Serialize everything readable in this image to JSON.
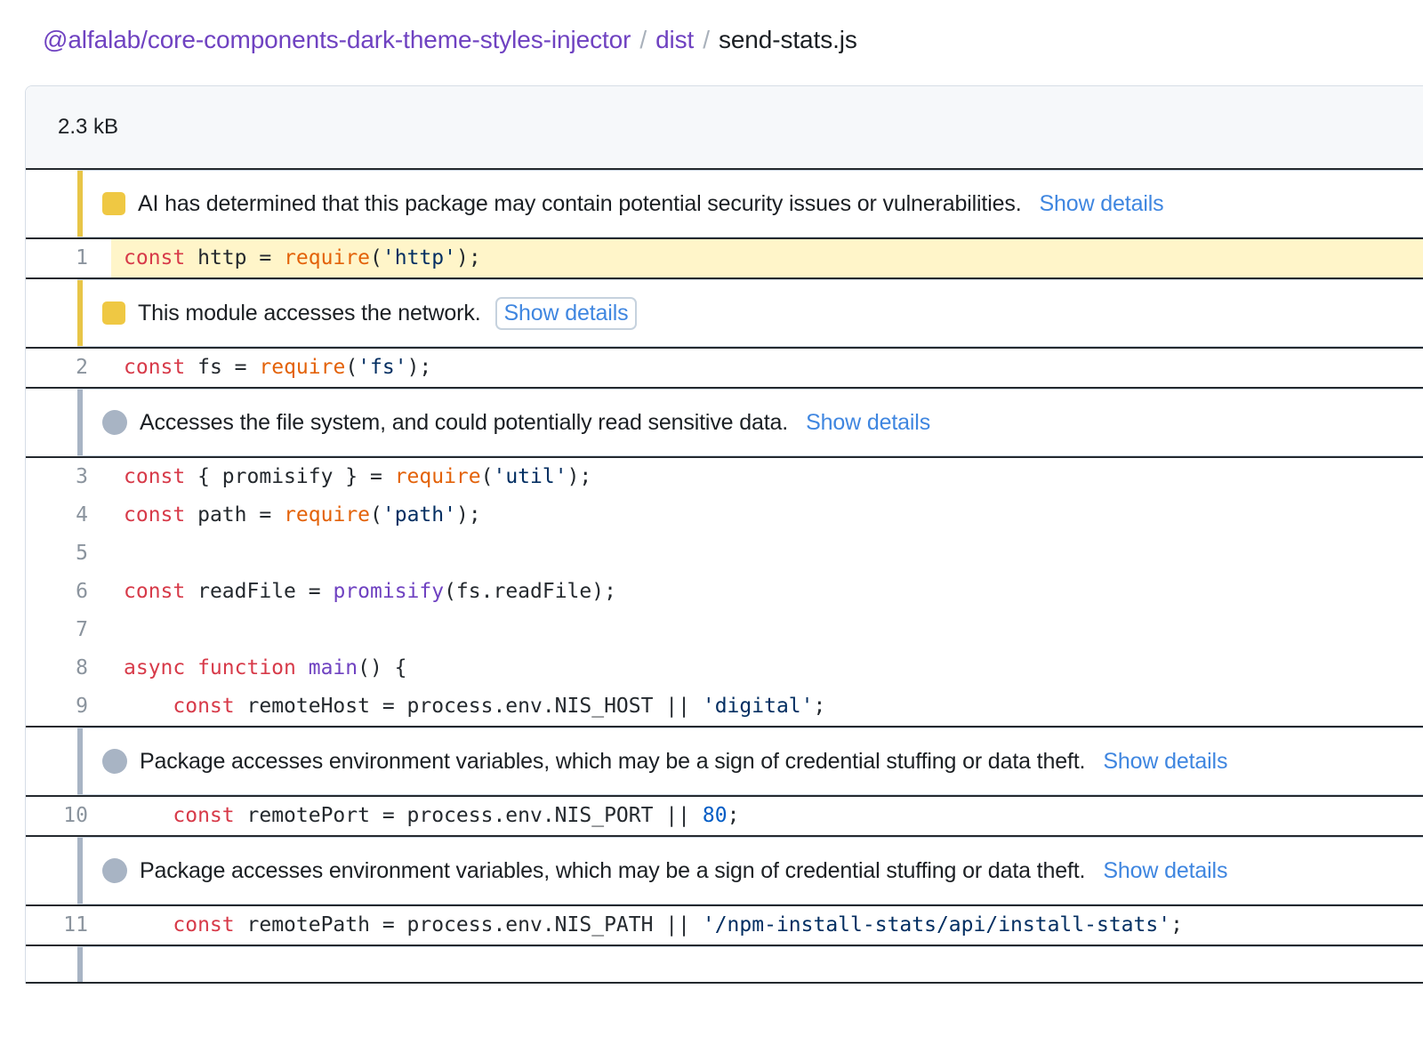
{
  "breadcrumb": {
    "package": "@alfalab/core-components-dark-theme-styles-injector",
    "separator": "/",
    "folder": "dist",
    "file": "send-stats.js"
  },
  "file_header": {
    "size": "2.3 kB"
  },
  "show_details_label": "Show details",
  "alerts": [
    {
      "id": "ai-security",
      "severity": "warning",
      "icon": "warning-square-icon",
      "text": "AI has determined that this package may contain potential security issues or vulnerabilities.",
      "action": "Show details",
      "focused": false
    },
    {
      "id": "network-access",
      "severity": "warning",
      "icon": "warning-square-icon",
      "text": "This module accesses the network.",
      "action": "Show details",
      "focused": true
    },
    {
      "id": "filesystem-access",
      "severity": "info",
      "icon": "info-circle-icon",
      "text": "Accesses the file system, and could potentially read sensitive data.",
      "action": "Show details",
      "focused": false
    },
    {
      "id": "env-vars-1",
      "severity": "info",
      "icon": "info-circle-icon",
      "text": "Package accesses environment variables, which may be a sign of credential stuffing or data theft.",
      "action": "Show details",
      "focused": false
    },
    {
      "id": "env-vars-2",
      "severity": "info",
      "icon": "info-circle-icon",
      "text": "Package accesses environment variables, which may be a sign of credential stuffing or data theft.",
      "action": "Show details",
      "focused": false
    }
  ],
  "code": {
    "lines": [
      {
        "n": "1",
        "text": "const http = require('http');",
        "highlighted": true
      },
      {
        "n": "2",
        "text": "const fs = require('fs');",
        "highlighted": false
      },
      {
        "n": "3",
        "text": "const { promisify } = require('util');",
        "highlighted": false
      },
      {
        "n": "4",
        "text": "const path = require('path');",
        "highlighted": false
      },
      {
        "n": "5",
        "text": "",
        "highlighted": false
      },
      {
        "n": "6",
        "text": "const readFile = promisify(fs.readFile);",
        "highlighted": false
      },
      {
        "n": "7",
        "text": "",
        "highlighted": false
      },
      {
        "n": "8",
        "text": "async function main() {",
        "highlighted": false
      },
      {
        "n": "9",
        "text": "    const remoteHost = process.env.NIS_HOST || 'digital';",
        "highlighted": false
      },
      {
        "n": "10",
        "text": "    const remotePort = process.env.NIS_PORT || 80;",
        "highlighted": false
      },
      {
        "n": "11",
        "text": "    const remotePath = process.env.NIS_PATH || '/npm-install-stats/api/install-stats';",
        "highlighted": false
      }
    ]
  },
  "colors": {
    "link_purple": "#6f42c1",
    "link_blue": "#3f86e0",
    "warning_yellow": "#efc843",
    "info_gray": "#a8b4c4",
    "highlight_row": "#fff5c9",
    "header_bg": "#f6f8fa",
    "keyword": "#d73a49",
    "function": "#e36209",
    "identifier": "#6f42c1",
    "string": "#032f62",
    "number": "#005cc5"
  }
}
